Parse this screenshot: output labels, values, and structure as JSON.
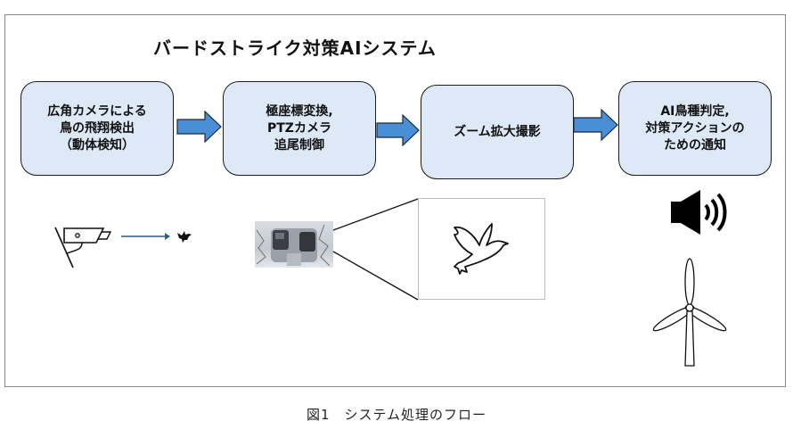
{
  "diagram": {
    "title": "バードストライク対策AIシステム",
    "steps": [
      {
        "label": "広角カメラによる\n鳥の飛翔検出\n（動体検知）"
      },
      {
        "label": "極座標変換,\nPTZカメラ\n追尾制御"
      },
      {
        "label": "ズーム拡大撮影"
      },
      {
        "label": "AI鳥種判定,\n対策アクションの\nための通知"
      }
    ],
    "icons": {
      "step1": [
        "security-camera-icon",
        "bird-icon"
      ],
      "step2": [
        "ptz-camera-photo"
      ],
      "step3": [
        "dove-icon"
      ],
      "step4": [
        "speaker-icon",
        "wind-turbine-icon"
      ]
    },
    "colors": {
      "box_fill": "#dde9f6",
      "arrow_fill": "#4a8fd6",
      "connector": "#2b5f86"
    }
  },
  "caption": "図1　システム処理のフロー"
}
